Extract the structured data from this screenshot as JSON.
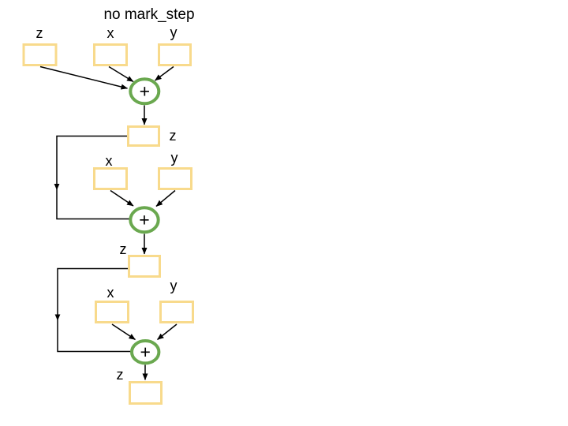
{
  "title": "no mark_step",
  "stages": [
    {
      "input_z": "z",
      "input_x": "x",
      "input_y": "y",
      "op": "+",
      "output": "z"
    },
    {
      "input_x": "x",
      "input_y": "y",
      "op": "+",
      "output": "z"
    },
    {
      "input_x": "x",
      "input_y": "y",
      "op": "+",
      "output": "z"
    }
  ],
  "colors": {
    "background": "#ffffff",
    "variable_box_border": "#f8da8c",
    "variable_box_fill": "#ffffff",
    "op_circle_border": "#6aa84f",
    "connector": "#000000",
    "text": "#000000"
  }
}
